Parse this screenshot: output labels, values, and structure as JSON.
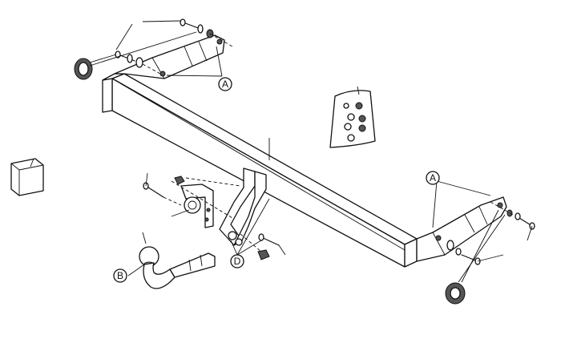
{
  "callouts": {
    "a": "A",
    "b": "B",
    "d": "D"
  }
}
